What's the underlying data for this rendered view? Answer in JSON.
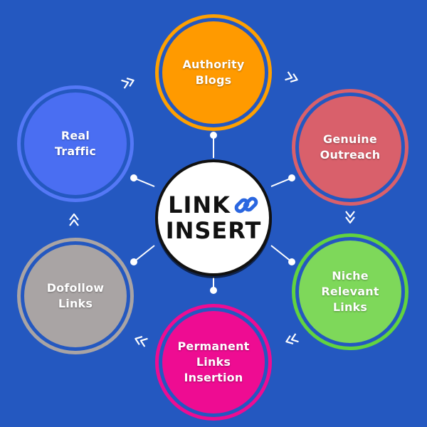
{
  "center": {
    "line1": "LINK",
    "line2": "INSERT",
    "icon": "chain-link-icon"
  },
  "nodes": [
    {
      "id": "authority-blogs",
      "label": "Authority\nBlogs",
      "color": "#ff9a00",
      "ring": "#ffa000"
    },
    {
      "id": "genuine-outreach",
      "label": "Genuine\nOutreach",
      "color": "#d9606b",
      "ring": "#d9606b"
    },
    {
      "id": "niche-relevant-links",
      "label": "Niche\nRelevant\nLinks",
      "color": "#7ed85a",
      "ring": "#62d33f"
    },
    {
      "id": "permanent-links",
      "label": "Permanent\nLinks\nInsertion",
      "color": "#ee0c92",
      "ring": "#ee0c92"
    },
    {
      "id": "dofollow-links",
      "label": "Dofollow\nLinks",
      "color": "#a9a4a4",
      "ring": "#a9a4a4"
    },
    {
      "id": "real-traffic",
      "label": "Real\nTraffic",
      "color": "#4a6ef2",
      "ring": "#5478f6"
    }
  ],
  "colors": {
    "background": "#2458c0",
    "connector": "#ffffff",
    "arrow": "#ffffff",
    "center_border": "#111111"
  }
}
